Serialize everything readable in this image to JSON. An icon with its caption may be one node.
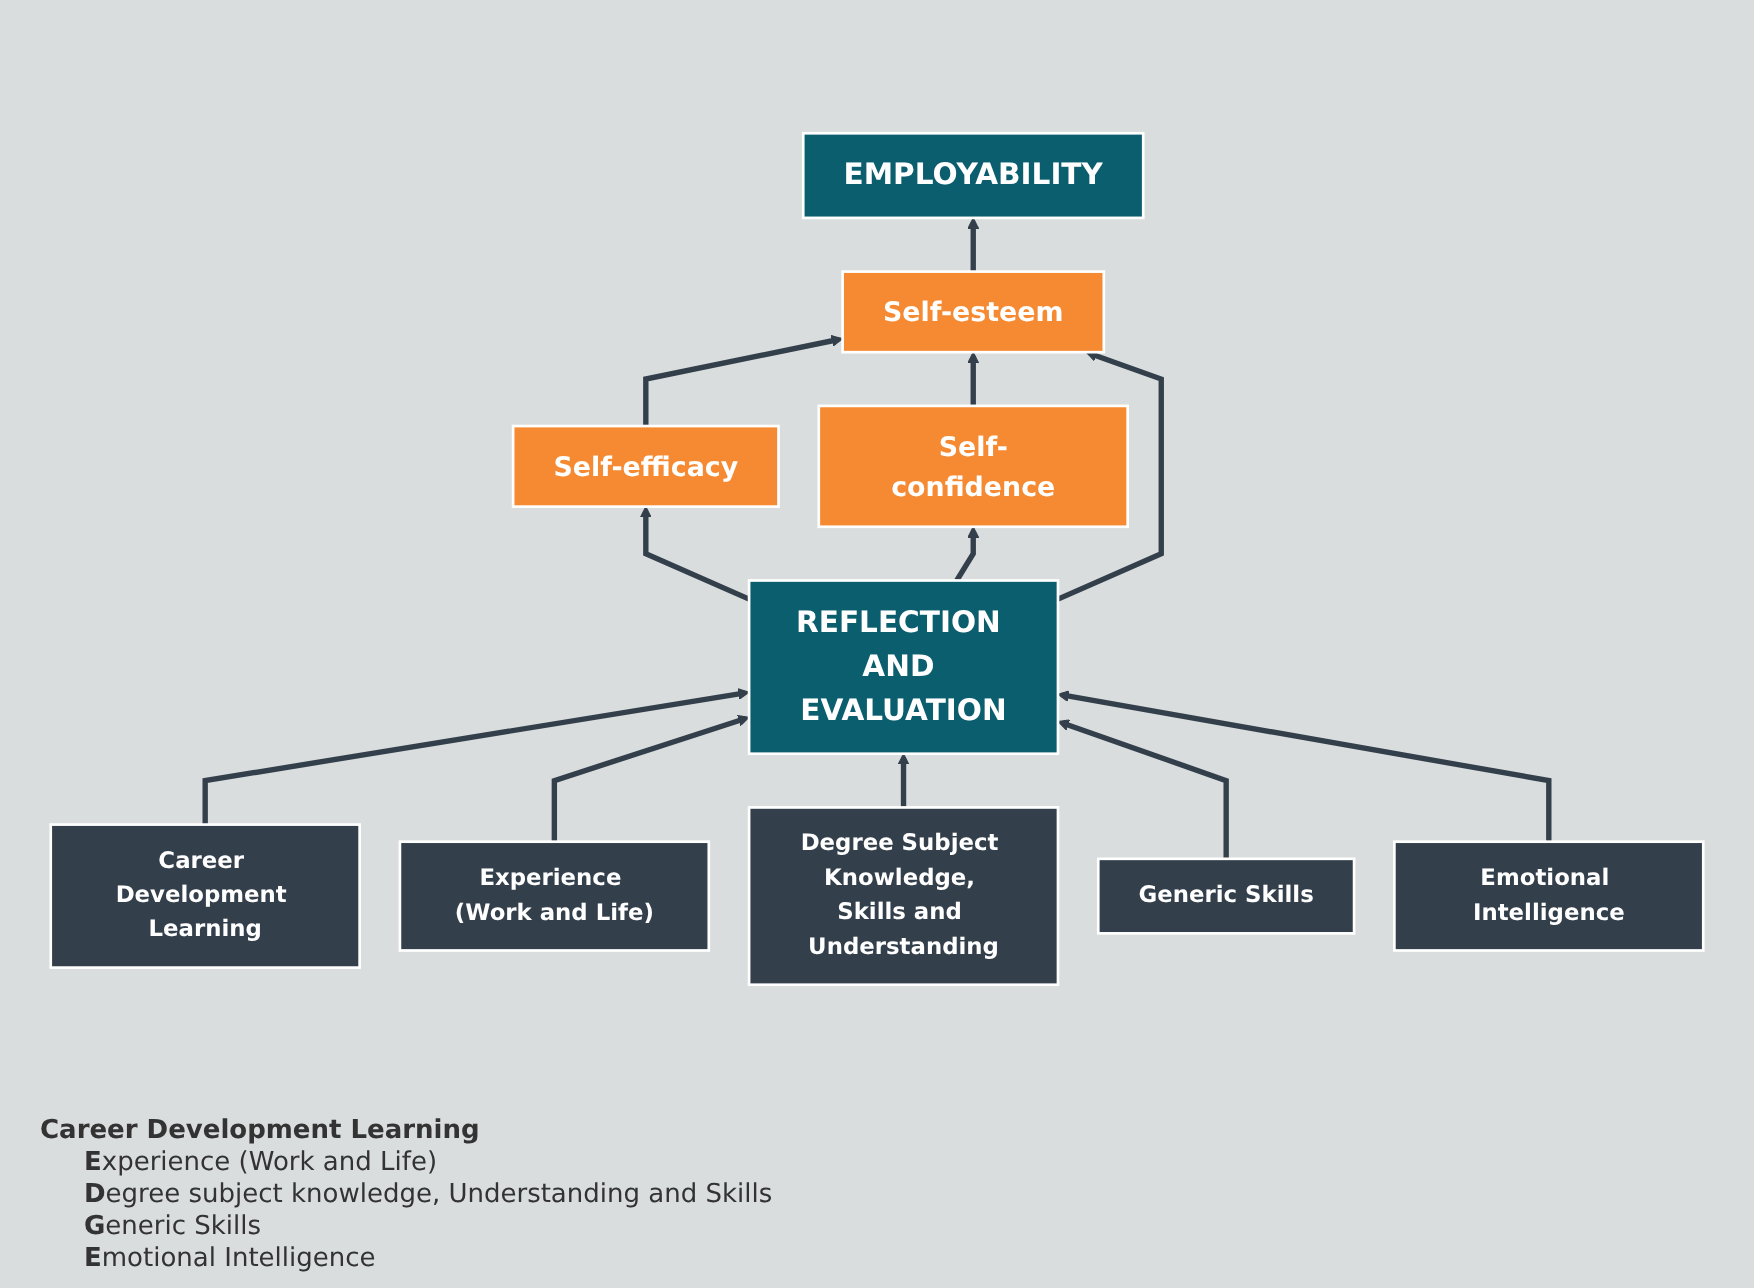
{
  "diagram": {
    "nodes": [
      {
        "text": [
          "EMPLOYABILITY"
        ]
      },
      {
        "text": [
          "Self-esteem"
        ]
      },
      {
        "text": [
          "Self-efficacy"
        ]
      },
      {
        "text": [
          "Self-confidence"
        ]
      },
      {
        "text": [
          "REFLECTION AND EVALUATION"
        ]
      },
      {
        "text": [
          "Career Development Learning"
        ]
      },
      {
        "text": [
          "Experience (Work and Life)"
        ]
      },
      {
        "text": [
          "Degree Subject Knowledge, Skills and Understanding"
        ]
      },
      {
        "text": [
          "Generic Skills"
        ]
      },
      {
        "text": [
          "Emotional Intelligence"
        ]
      }
    ],
    "edges": [
      {
        "from": 1,
        "to": 0,
        "arrow": "to"
      },
      {
        "from": 2,
        "to": 1,
        "arrow": "to"
      },
      {
        "from": 3,
        "to": 1,
        "arrow": "to"
      },
      {
        "from": 4,
        "to": 1,
        "arrow": "to"
      },
      {
        "from": 4,
        "to": 2,
        "arrow": "to"
      },
      {
        "from": 4,
        "to": 3,
        "arrow": "to"
      },
      {
        "from": 5,
        "to": 4,
        "arrow": "to"
      },
      {
        "from": 6,
        "to": 4,
        "arrow": "to"
      },
      {
        "from": 7,
        "to": 4,
        "arrow": "to"
      },
      {
        "from": 8,
        "to": 4,
        "arrow": "to"
      },
      {
        "from": 9,
        "to": 4,
        "arrow": "to"
      }
    ],
    "labels": [
      "Career Development Learning",
      "**E**xperience (Work and Life)",
      "**D**egree subject knowledge, Understanding and Skills",
      "**G**eneric Skills",
      "**E**motional Intelligence"
    ]
  }
}
